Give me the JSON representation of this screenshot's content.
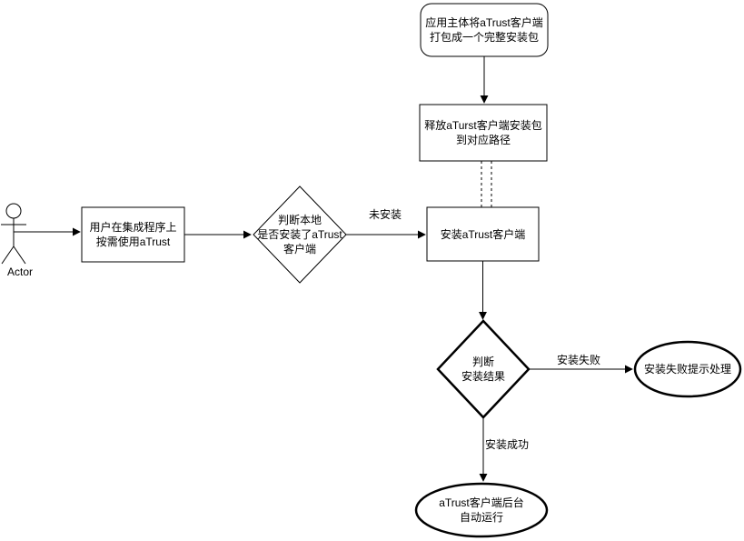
{
  "colors": {
    "stroke": "#000000",
    "background": "#ffffff",
    "text": "#000000"
  },
  "actor": {
    "label": "Actor"
  },
  "nodes": {
    "package": {
      "type": "rounded-rectangle",
      "label": "应用主体将aTrust客户端\n打包成一个完整安装包"
    },
    "release": {
      "type": "rectangle",
      "label": "释放aTurst客户端安装包\n到对应路径"
    },
    "use": {
      "type": "rectangle",
      "label": "用户在集成程序上\n按需使用aTrust"
    },
    "check_installed": {
      "type": "decision-diamond",
      "label": "判断本地\n是否安装了aTrust\n客户端"
    },
    "install": {
      "type": "rectangle",
      "label": "安装aTrust客户端"
    },
    "check_result": {
      "type": "decision-diamond",
      "label": "判断\n安装结果"
    },
    "fail": {
      "type": "ellipse",
      "label": "安装失败提示处理"
    },
    "run": {
      "type": "ellipse",
      "label": "aTrust客户端后台\n自动运行"
    }
  },
  "edge_labels": {
    "not_installed": "未安装",
    "install_failed": "安装失败",
    "install_success": "安装成功"
  }
}
